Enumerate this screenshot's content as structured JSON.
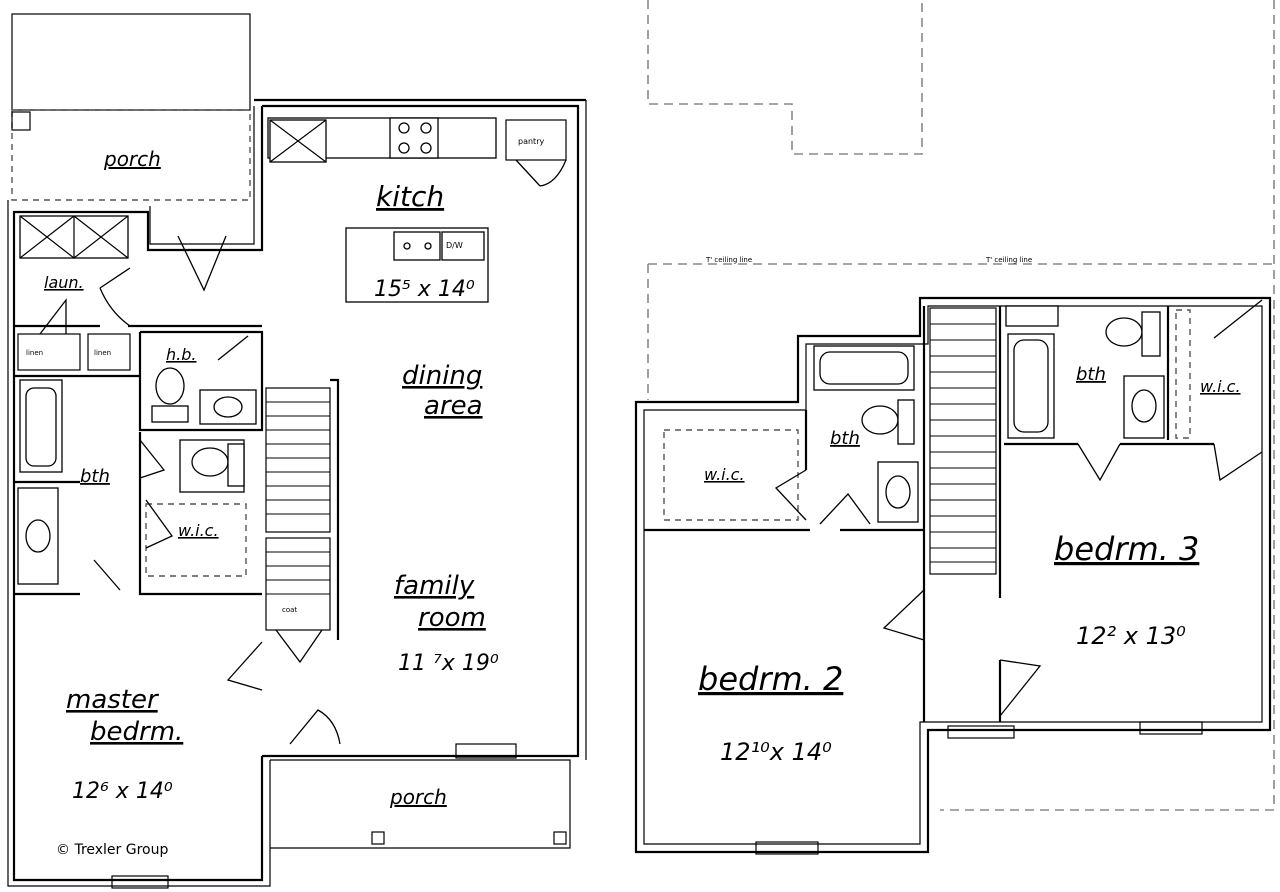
{
  "rooms": {
    "porch_back": "porch",
    "kitch": "kitch",
    "kitch_dim": "15⁵ x 14⁰",
    "dishwasher": "D/W",
    "pantry": "pantry",
    "laun": "laun.",
    "hb": "h.b.",
    "linen1": "linen",
    "linen2": "linen",
    "dining_line1": "dining",
    "dining_line2": "area",
    "bth_main": "bth",
    "wic_main": "w.i.c.",
    "coat": "coat",
    "family_line1": "family",
    "family_line2": "room",
    "family_dim": "11 ⁷x 19⁰",
    "master_line1": "master",
    "master_line2": "bedrm.",
    "master_dim": "12⁶ x 14⁰",
    "porch_front": "porch",
    "copyright": "© Trexler Group",
    "ceiling1": "T' ceiling line",
    "ceiling2": "T' ceiling line",
    "wic_up1": "w.i.c.",
    "bth_up1": "bth",
    "bth_up2": "bth",
    "wic_up2": "w.i.c.",
    "bedrm2": "bedrm. 2",
    "bedrm2_dim": "12¹⁰x 14⁰",
    "bedrm3": "bedrm. 3",
    "bedrm3_dim": "12² x 13⁰"
  }
}
